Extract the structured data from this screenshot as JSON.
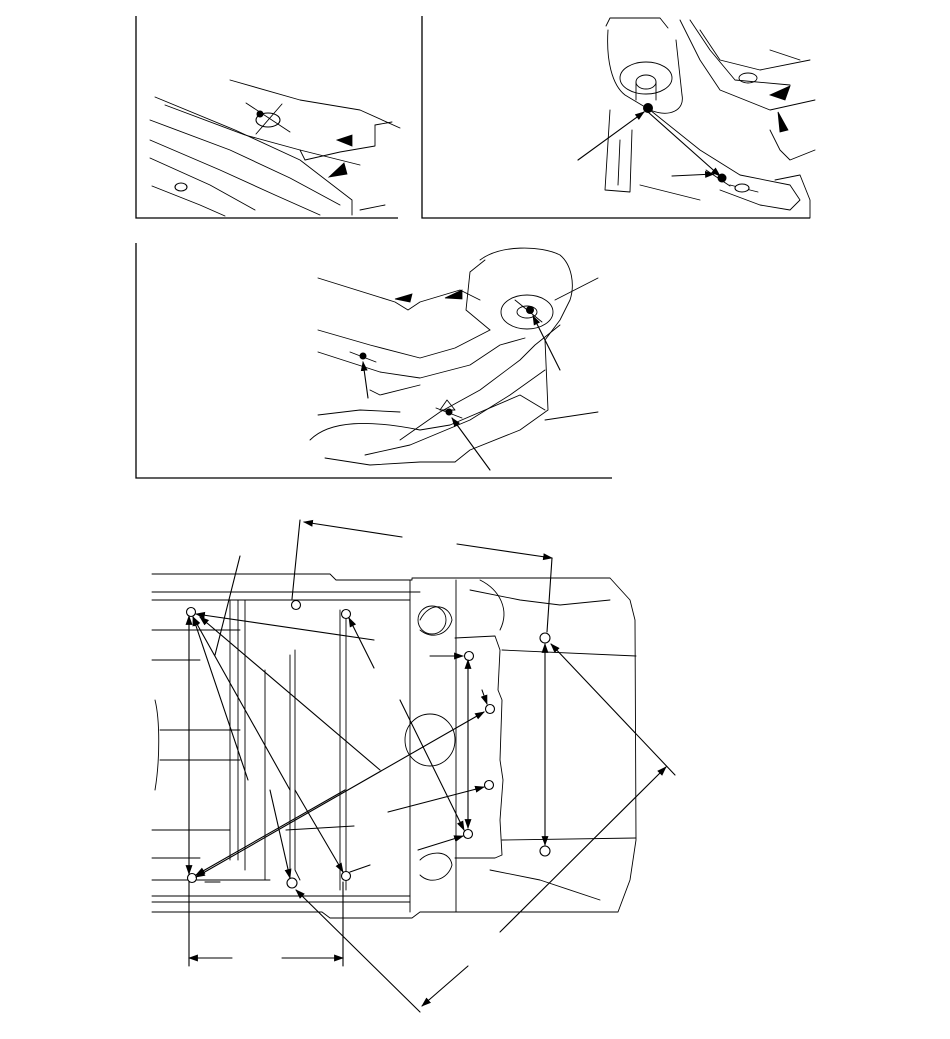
{
  "figure": {
    "panels": [
      {
        "id": "panel-a"
      },
      {
        "id": "panel-b"
      },
      {
        "id": "panel-c"
      },
      {
        "id": "underbody-diagram"
      }
    ],
    "colors": {
      "line": "#000000",
      "background": "#ffffff"
    },
    "icons": [
      "measurement-point-icon",
      "dimension-arrow-icon"
    ]
  }
}
